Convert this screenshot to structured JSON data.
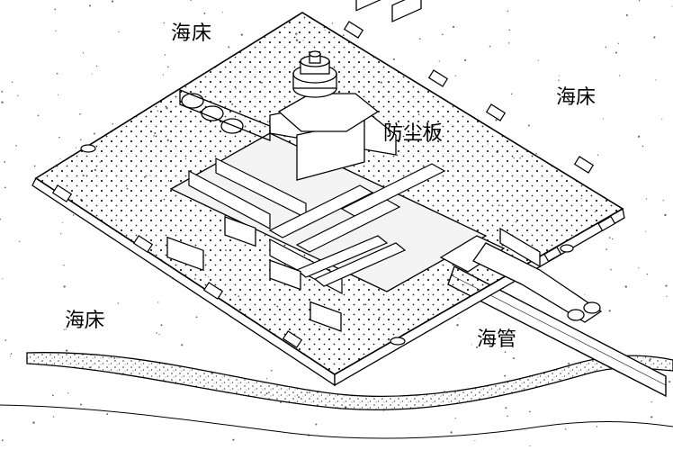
{
  "labels": {
    "seabed_top": "海床",
    "seabed_right": "海床",
    "seabed_left": "海床",
    "mudmat": "防尘板",
    "pipeline": "海管"
  }
}
